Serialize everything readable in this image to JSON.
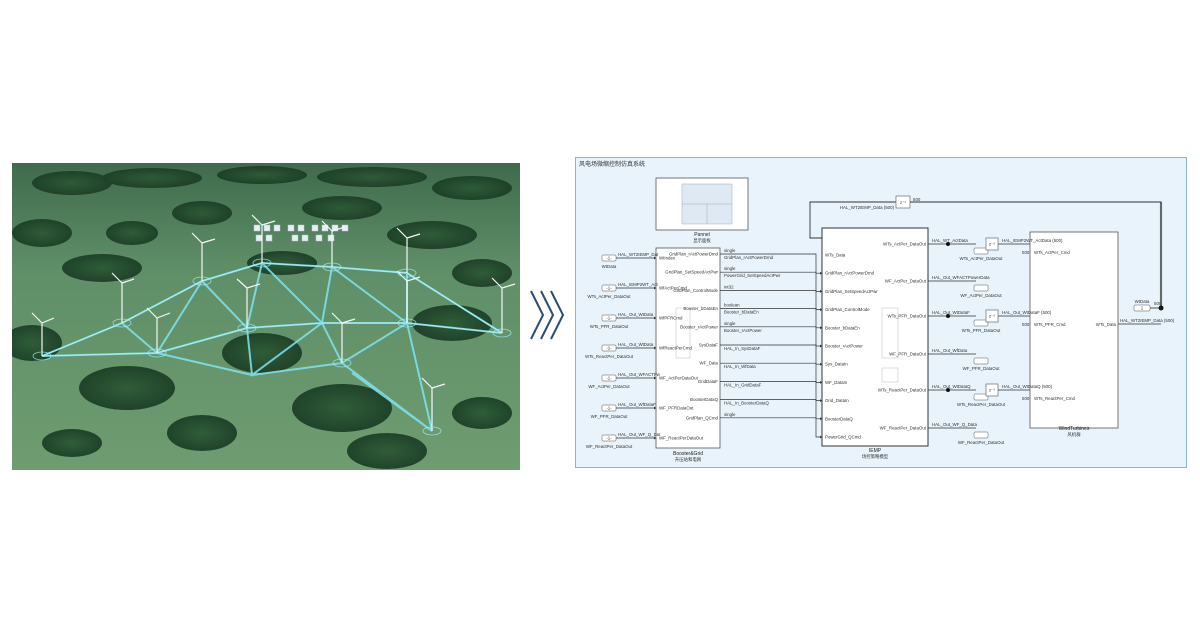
{
  "diagram": {
    "title": "风电场微缩控制仿真系统",
    "panel": {
      "name": "Pannel",
      "cn": "显示面板"
    },
    "left_inports": [
      {
        "num": "-1-",
        "tag": "HAL_WT2IEMP_Dat",
        "label": "WtData"
      },
      {
        "num": "-1-",
        "tag": "HAL_IEMP2WT_Act",
        "label": "WTs_ActPer_DataOut"
      },
      {
        "num": "-1-",
        "tag": "HAL_Out_WtData",
        "label": "WTs_PFR_DataOut"
      },
      {
        "num": "-1-",
        "tag": "HAL_Out_WtData",
        "label": "WTs_ReactPer_DataOut"
      },
      {
        "num": "-1-",
        "tag": "HAL_Out_WFACTPw",
        "label": "WF_ActPer_DataOut"
      },
      {
        "num": "-1-",
        "tag": "HAL_Out_WfDataF",
        "label": "WF_PFR_DataOut"
      },
      {
        "num": "-1-",
        "tag": "HAL_Out_WF_Q_Dat",
        "label": "WF_ReactPer_DataOut"
      }
    ],
    "booster": {
      "name": "Booster&Grid",
      "cn": "升压站和电网",
      "inputs": [
        "WtIndex",
        "WfActPerCmd",
        "WfPFRCmd",
        "WfReactPerCmd",
        "WF_ActPerDataOut",
        "WF_PFRDataOut",
        "WF_ReactPerDataOut"
      ],
      "outputs": [
        "GridPlan_rActPowerDmd",
        "GridPlan_SetSpeedActPwr",
        "GridPlan_ControlMode",
        "Booster_bDataEn",
        "Booster_rActPower",
        "SysDataF",
        "WF_Data",
        "GridDataF",
        "BoosterDataQ",
        "GridPlan_QCmd"
      ]
    },
    "mid_signals": [
      {
        "type": "single",
        "tag": "GridPlan_rActPowerDmd"
      },
      {
        "type": "single",
        "tag": "PowerGrid_SetSpeedActPwr"
      },
      {
        "type": "int32",
        "tag": ""
      },
      {
        "type": "boolean",
        "tag": "Booster_bDataEn"
      },
      {
        "type": "single",
        "tag": "Booster_rActPower"
      },
      {
        "type": "",
        "tag": "HAL_In_SysDataF"
      },
      {
        "type": "",
        "tag": "HAL_In_WfData"
      },
      {
        "type": "",
        "tag": "HAL_In_GridDataF"
      },
      {
        "type": "",
        "tag": "HAL_In_BoosterDataQ"
      },
      {
        "type": "single",
        "tag": ""
      }
    ],
    "iemp": {
      "name": "IEMP",
      "cn": "场控策略模型",
      "inputs": [
        "WTs_Data",
        "GridPlan_rActPowerDmd",
        "GridPlan_SetSpeedActPwr",
        "GridPlan_ControlMode",
        "Booster_bDataEn",
        "Booster_rActPower",
        "Sys_DataIn",
        "WF_DataIn",
        "Grid_DataIn",
        "BoosterDataQ",
        "PowerGrid_QCmd"
      ],
      "outputs": [
        "WTs_ActPer_DataOut",
        "WF_ActPer_DataOut",
        "WTs_PFR_DataOut",
        "WF_PFR_DataOut",
        "WTs_ReactPer_DataOut",
        "WF_ReactPer_DataOut"
      ],
      "mid_types": [
        "single",
        "single",
        "int32",
        "boolean",
        "single",
        "",
        "",
        "",
        "",
        "single"
      ]
    },
    "iemp_out_signals": [
      {
        "tag": "HAL_WT_ActData",
        "cap": "WTs_ActPer_DataOut"
      },
      {
        "tag": "HAL_Out_WFACTPowerData",
        "cap": "WF_ActPer_DataOut"
      },
      {
        "tag": "HAL_Out_WtDataF",
        "cap": "WTs_PFR_DataOut"
      },
      {
        "tag": "HAL_Out_WfData",
        "cap": "WF_PFR_DataOut"
      },
      {
        "tag": "HAL_Out_WtDataQ",
        "cap": "WTs_ReactPer_DataOut"
      },
      {
        "tag": "HAL_Out_WF_Q_Data",
        "cap": "WF_ReactPer_DataOut"
      }
    ],
    "wt": {
      "name": "WindTurbines",
      "cn": "风机群",
      "inputs": [
        "WTs_ActPer_Cmd",
        "WTs_PFR_Cmd",
        "WTs_ReactPer_Cmd"
      ],
      "outputs": [
        "WTs_Data"
      ],
      "in_tags": [
        "HAL_IEMP2WT_ActData (500)",
        "HAL_Out_WtDataF (500)",
        "HAL_Out_WtDataQ (500)"
      ]
    },
    "feedback": {
      "tag": "HAL_WT2IEMP_Data (500)",
      "delay": "z⁻¹",
      "num": "500"
    },
    "right_out": {
      "num": "1",
      "label": "WtData",
      "tag": "HAL_WT2IEMP_Data (500)",
      "val": "500"
    },
    "sizes": [
      "500",
      "500",
      "500"
    ]
  }
}
